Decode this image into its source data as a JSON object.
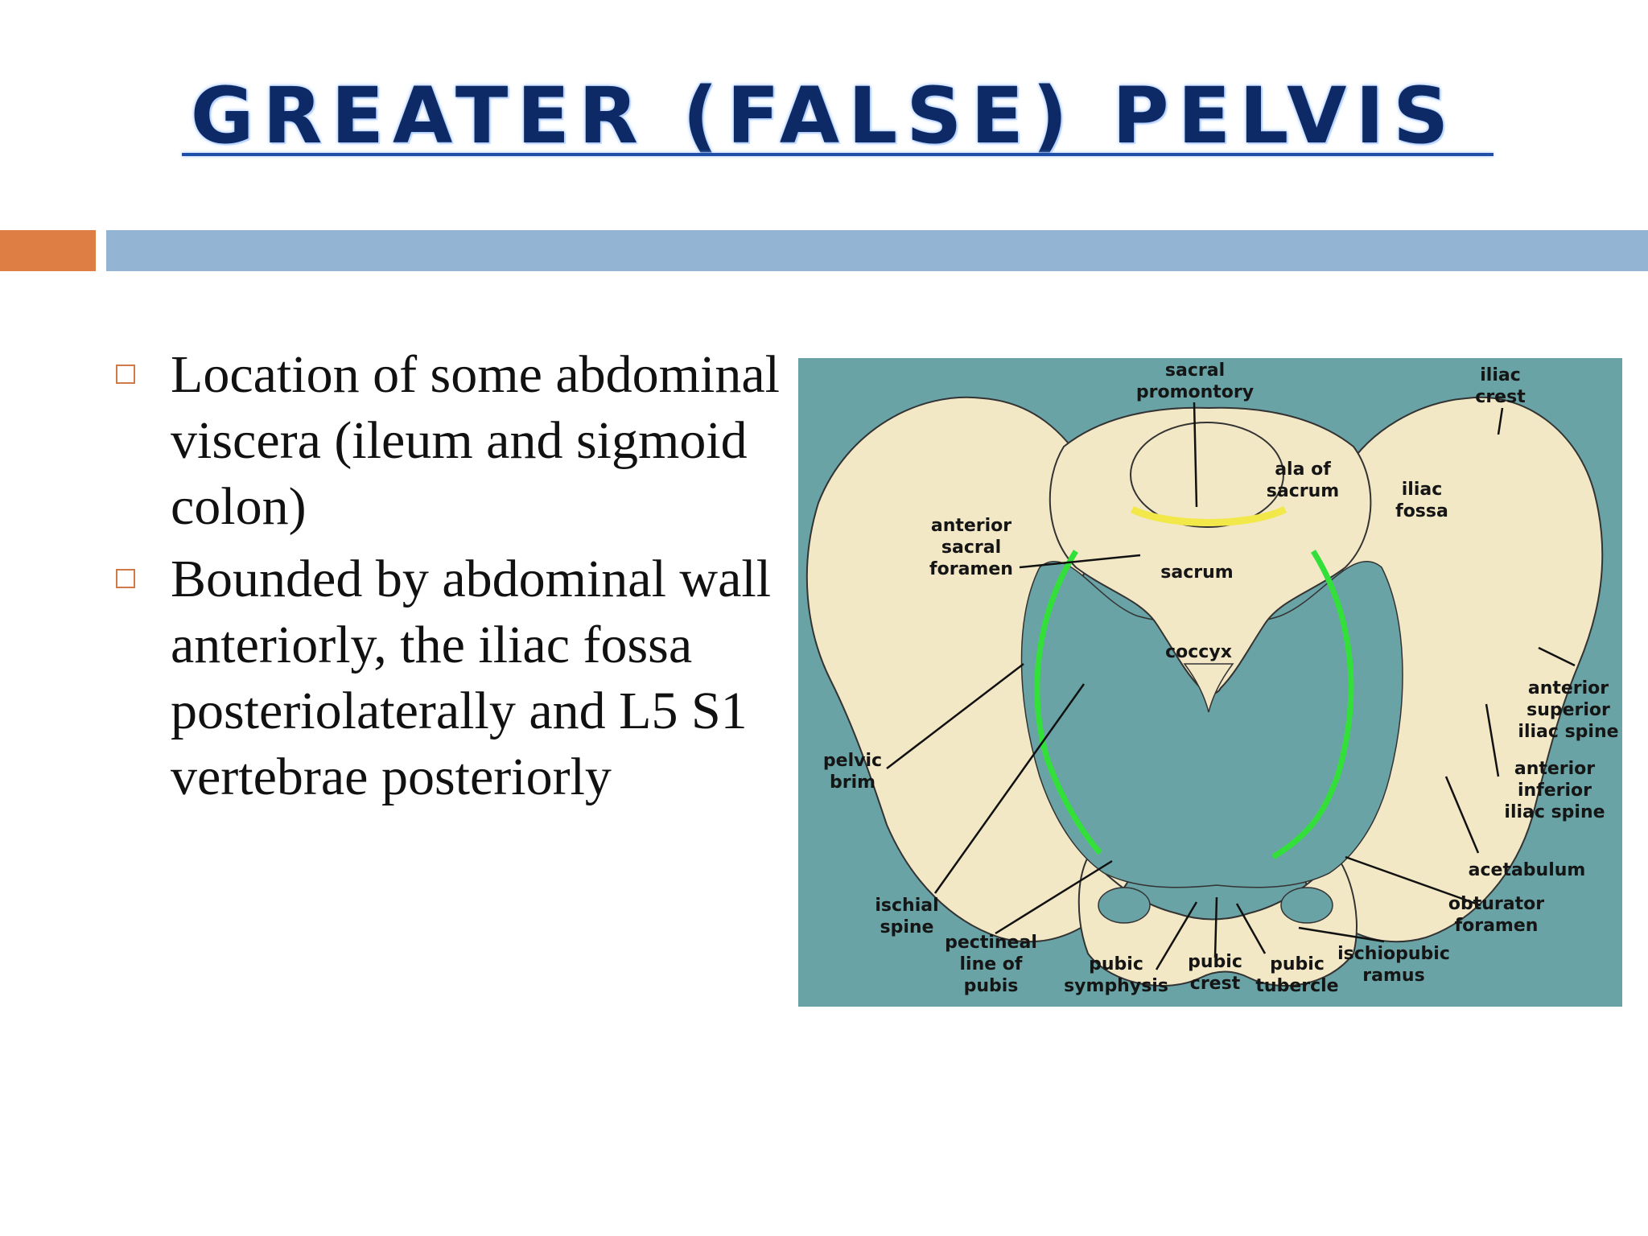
{
  "slide": {
    "title": "GREATER (FALSE) PELVIS",
    "bullets": [
      "Location of some abdominal viscera (ileum and sigmoid colon)",
      "Bounded by abdominal wall anteriorly, the iliac fossa posteriolaterally and L5 S1 vertebrae posteriorly"
    ]
  },
  "figure": {
    "labels": {
      "sacral_promontory": "sacral\npromontory",
      "iliac_crest": "iliac\ncrest",
      "ala_of_sacrum": "ala of\nsacrum",
      "iliac_fossa": "iliac\nfossa",
      "anterior_sacral_foramen": "anterior\nsacral\nforamen",
      "sacrum": "sacrum",
      "coccyx": "coccyx",
      "asis": "anterior\nsuperior\niliac spine",
      "pelvic_brim": "pelvic\nbrim",
      "aiis": "anterior\ninferior\niliac spine",
      "acetabulum": "acetabulum",
      "obturator_foramen": "obturator\nforamen",
      "ischial_spine": "ischial\nspine",
      "pectineal_line": "pectineal\nline of\npubis",
      "pubic_symphysis": "pubic\nsymphysis",
      "pubic_crest": "pubic\ncrest",
      "pubic_tubercle": "pubic\ntubercle",
      "ischiopubic_ramus": "ischiopubic\nramus"
    }
  },
  "colors": {
    "title": "#0d2a66",
    "accent_bar": "#de7e45",
    "main_bar": "#93b5d3",
    "figure_bg": "#6aa3a5",
    "bone": "#f3e8c6",
    "pelvic_brim_line": "#33e03a",
    "promontory_line": "#f2e84a",
    "bullet_box": "#d07a4a"
  }
}
